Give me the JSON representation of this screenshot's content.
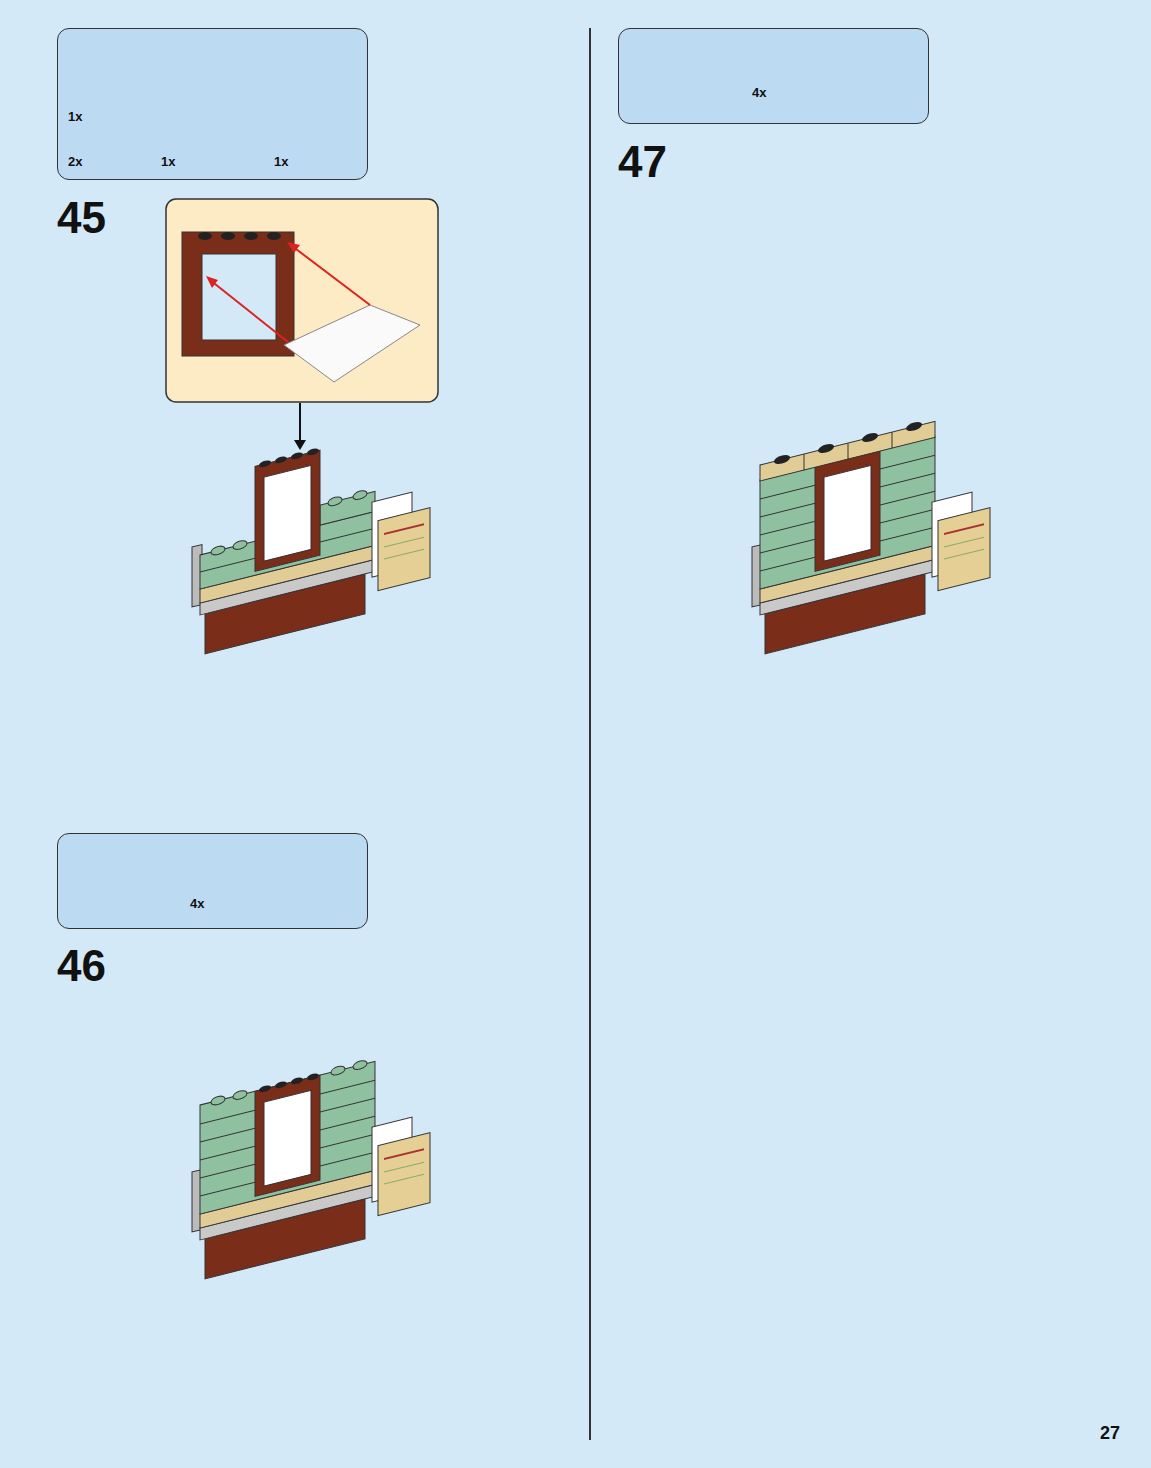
{
  "diagram": {
    "nodes": [
      {
        "text": [
          "1x",
          "2x",
          "1x",
          "1x"
        ]
      },
      {
        "text": [
          "4x"
        ]
      },
      {
        "text": [
          "4x"
        ]
      }
    ],
    "labels": [
      "45",
      "46",
      "47",
      "27"
    ]
  }
}
